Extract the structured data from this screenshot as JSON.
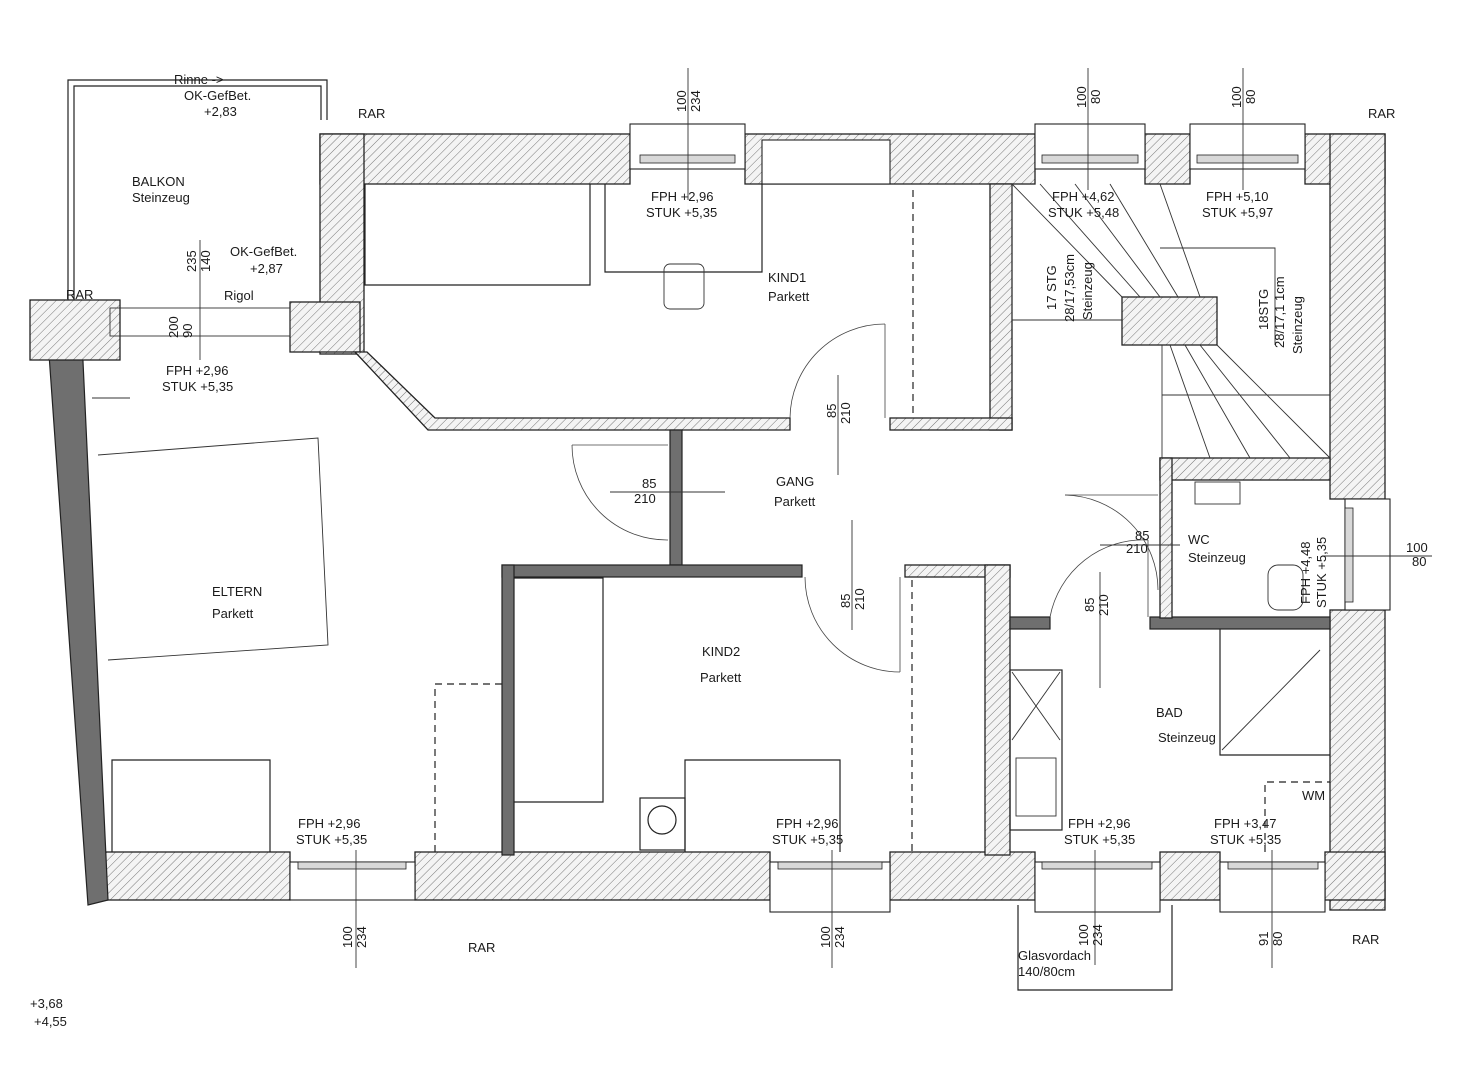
{
  "rooms": {
    "balkon": {
      "name": "BALKON",
      "floor": "Steinzeug"
    },
    "kind1": {
      "name": "KIND1",
      "floor": "Parkett"
    },
    "gang": {
      "name": "GANG",
      "floor": "Parkett"
    },
    "eltern": {
      "name": "ELTERN",
      "floor": "Parkett"
    },
    "kind2": {
      "name": "KIND2",
      "floor": "Parkett"
    },
    "wc": {
      "name": "WC",
      "floor": "Steinzeug"
    },
    "bad": {
      "name": "BAD",
      "floor": "Steinzeug"
    }
  },
  "notes": {
    "rinne": "Rinne ->",
    "ok_gefbet_top": "OK-GefBet.",
    "ok_gefbet_top_val": "+2,83",
    "ok_gefbet": "OK-GefBet.",
    "ok_gefbet_val": "+2,87",
    "rigol": "Rigol",
    "rar_1": "RAR",
    "rar_2": "RAR",
    "rar_3": "RAR",
    "rar_4": "RAR",
    "rar_5": "RAR",
    "wm": "WM",
    "glasvordach": "Glasvordach",
    "glasvordach_size": "140/80cm",
    "level_a": "+3,68",
    "level_b": "+4,55",
    "stairs_left": "17 STG",
    "stairs_left_size": "28/17,53cm",
    "stairs_left_floor": "Steinzeug",
    "stairs_right": "18STG",
    "stairs_right_size": "28/17,1 1cm",
    "stairs_right_floor": "Steinzeug"
  },
  "windows": {
    "w_kind1_top": {
      "fph": "FPH +2,96",
      "stuk": "STUK +5,35",
      "dim_a": "100",
      "dim_b": "234"
    },
    "w_stair_a": {
      "fph": "FPH +4,62",
      "stuk": "STUK +5,48",
      "dim_a": "100",
      "dim_b": "80"
    },
    "w_stair_b": {
      "fph": "FPH +5,10",
      "stuk": "STUK +5,97",
      "dim_a": "100",
      "dim_b": "80"
    },
    "w_balkon_door": {
      "fph": "FPH +2,96",
      "stuk": "STUK +5,35",
      "dim_a": "235",
      "dim_b": "140",
      "dim_c": "200",
      "dim_d": "90"
    },
    "w_eltern_bottom": {
      "fph": "FPH +2,96",
      "stuk": "STUK +5,35",
      "dim_a": "100",
      "dim_b": "234"
    },
    "w_kind2_bottom": {
      "fph": "FPH +2,96",
      "stuk": "STUK +5,35",
      "dim_a": "100",
      "dim_b": "234"
    },
    "w_bad_a": {
      "fph": "FPH +2,96",
      "stuk": "STUK +5,35",
      "dim_a": "100",
      "dim_b": "234"
    },
    "w_bad_b": {
      "fph": "FPH +3,47",
      "stuk": "STUK +5,35",
      "dim_a": "91",
      "dim_b": "80"
    },
    "w_wc_right": {
      "fph": "FPH +4,48",
      "stuk": "STUK +5,35",
      "dim_a": "100",
      "dim_b": "80"
    }
  },
  "doors": {
    "d_kind1": {
      "w": "85",
      "h": "210"
    },
    "d_eltern": {
      "w": "85",
      "h": "210"
    },
    "d_kind2": {
      "w": "85",
      "h": "210"
    },
    "d_wc": {
      "w": "85",
      "h": "210"
    },
    "d_bad": {
      "w": "85",
      "h": "210"
    }
  }
}
